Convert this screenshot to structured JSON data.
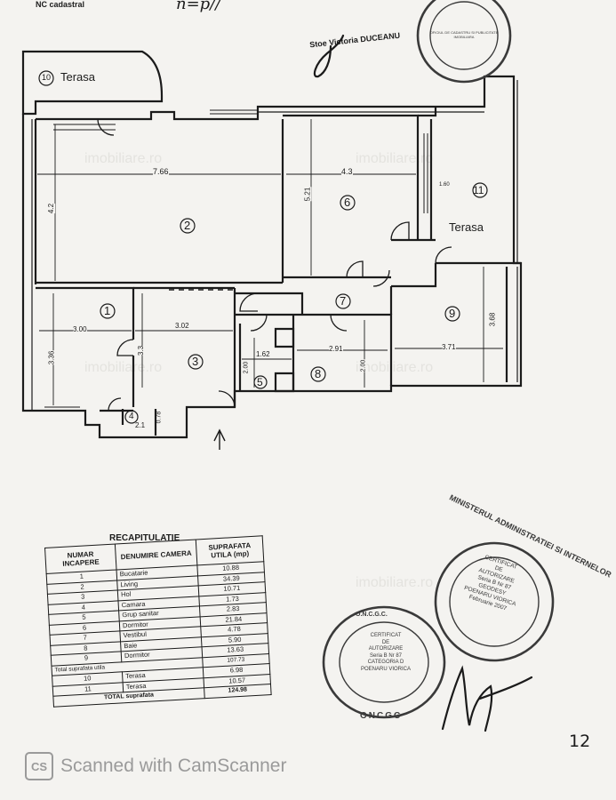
{
  "header": {
    "note": "NC cadastral",
    "scribble": "n=p//"
  },
  "signer_label": "Stoe Victoria DUCEANU",
  "rooms": {
    "r1": "1",
    "r2": "2",
    "r3": "3",
    "r4": "4",
    "r5": "5",
    "r6": "6",
    "r7": "7",
    "r8": "8",
    "r9": "9",
    "r10": "10",
    "r11": "11",
    "terasa_top": "Terasa",
    "terasa_right": "Terasa"
  },
  "dimensions": {
    "d_766": "7.66",
    "d_43": "4.3",
    "d_42": "4.2",
    "d_521": "5.21",
    "d_300": "3.00",
    "d_302": "3.02",
    "d_336": "3.36",
    "d_33": "3.3",
    "d_162": "1.62",
    "d_291": "2.91",
    "d_200a": "2.00",
    "d_200b": "2.00",
    "d_371": "3.71",
    "d_368": "3.68",
    "d_21": "2.1",
    "d_078": "0.78",
    "d_160": "1.60"
  },
  "recap": {
    "title": "RECAPITULATIE",
    "headers": [
      "NUMAR INCAPERE",
      "DENUMIRE CAMERA",
      "SUPRAFATA UTILA (mp)"
    ],
    "rows": [
      {
        "nr": "1",
        "name": "Bucatarie",
        "area": "10.88"
      },
      {
        "nr": "2",
        "name": "Living",
        "area": "34.39"
      },
      {
        "nr": "3",
        "name": "Hol",
        "area": "10.71"
      },
      {
        "nr": "4",
        "name": "Camara",
        "area": "1.73"
      },
      {
        "nr": "5",
        "name": "Grup sanitar",
        "area": "2.83"
      },
      {
        "nr": "6",
        "name": "Dormitor",
        "area": "21.84"
      },
      {
        "nr": "7",
        "name": "Vestibul",
        "area": "4.78"
      },
      {
        "nr": "8",
        "name": "Baie",
        "area": "5.90"
      },
      {
        "nr": "9",
        "name": "Dormitor",
        "area": "13.63"
      }
    ],
    "subtotal_label": "Total suprafata utila",
    "subtotal_value": "107.73",
    "terrace_rows": [
      {
        "nr": "10",
        "name": "Terasa",
        "area": "6.98"
      },
      {
        "nr": "11",
        "name": "Terasa",
        "area": "10.57"
      }
    ],
    "total_label": "TOTAL suprafata",
    "total_value": "124.98"
  },
  "stamps": {
    "top_ministry": "OFICIUL DE CADASTRU SI PUBLICITATE IMOBILIARA",
    "ministry_ring": "MINISTERUL ADMINISTRATIEI SI INTERNELOR",
    "ministry_inner": [
      "CERTIFICAT",
      "DE",
      "AUTORIZARE",
      "Seria B Nr 87",
      "GEODESY",
      "POENARU VIORICA",
      "Februarie 2007"
    ],
    "oncgc_ring": "O.N.C.G.C.",
    "oncgc_inner": [
      "CERTIFICAT",
      "DE",
      "AUTORIZARE",
      "Seria B Nr 87",
      "CATEGORIA D",
      "POENARU VIORICA"
    ],
    "oncgc_bottom": "ONCGC"
  },
  "scanner": {
    "badge": "CS",
    "text": "Scanned with CamScanner"
  },
  "page_number": "12",
  "watermark": "imobiliare.ro",
  "colors": {
    "ink": "#1b1b1b",
    "stamp": "#3a3a3a",
    "watermark": "#e4e3df",
    "scanner": "#9a9a9a"
  }
}
